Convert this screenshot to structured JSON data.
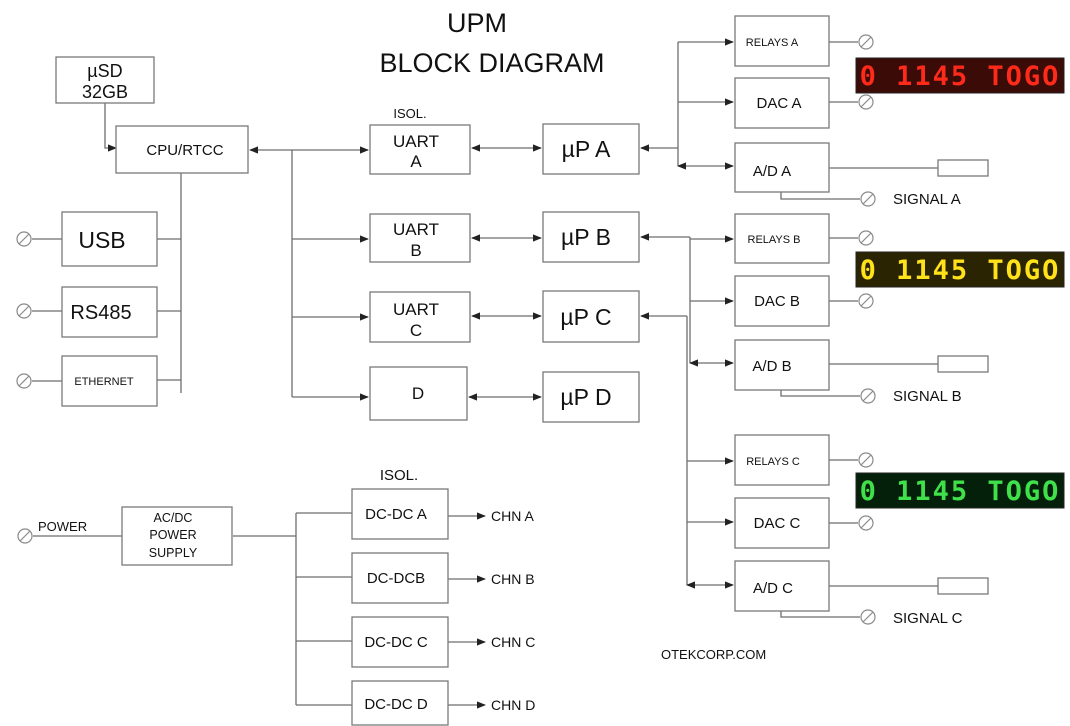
{
  "title_line1": "UPM",
  "title_line2": "BLOCK  DIAGRAM",
  "boxes": {
    "usd_line1": "µSD",
    "usd_line2": "32GB",
    "cpu": "CPU/RTCC",
    "usb": "USB",
    "rs485": "RS485",
    "ethernet": "ETHERNET",
    "uart_a_1": "UART",
    "uart_a_2": "A",
    "uart_b_1": "UART",
    "uart_b_2": "B",
    "uart_c_1": "UART",
    "uart_c_2": "C",
    "d": "D",
    "up_a": "µP A",
    "up_b": "µP B",
    "up_c": "µP C",
    "up_d": "µP D",
    "relays_a": "RELAYS A",
    "dac_a": "DAC A",
    "ad_a": "A/D A",
    "relays_b": "RELAYS B",
    "dac_b": "DAC B",
    "ad_b": "A/D B",
    "relays_c": "RELAYS C",
    "dac_c": "DAC C",
    "ad_c": "A/D C",
    "acdc_1": "AC/DC",
    "acdc_2": "POWER",
    "acdc_3": "SUPPLY",
    "dcdc_a": "DC-DC A",
    "dcdc_b": "DC-DCB",
    "dcdc_c": "DC-DC C",
    "dcdc_d": "DC-DC D"
  },
  "labels": {
    "isol_top": "ISOL.",
    "isol_bottom": "ISOL.",
    "power": "POWER",
    "signal_a": "SIGNAL A",
    "signal_b": "SIGNAL B",
    "signal_c": "SIGNAL C",
    "chn_a": "CHN A",
    "chn_b": "CHN B",
    "chn_c": "CHN C",
    "chn_d": "CHN D",
    "website": "OTEKCORP.COM"
  },
  "displays": {
    "a": {
      "text": "0 1145 TOGO",
      "bg": "#3a0b07",
      "fg": "#ff2a1a"
    },
    "b": {
      "text": "0 1145 TOGO",
      "bg": "#2b2402",
      "fg": "#ffe21a"
    },
    "c": {
      "text": "0 1145 TOGO",
      "bg": "#05200a",
      "fg": "#3fe04a"
    }
  }
}
